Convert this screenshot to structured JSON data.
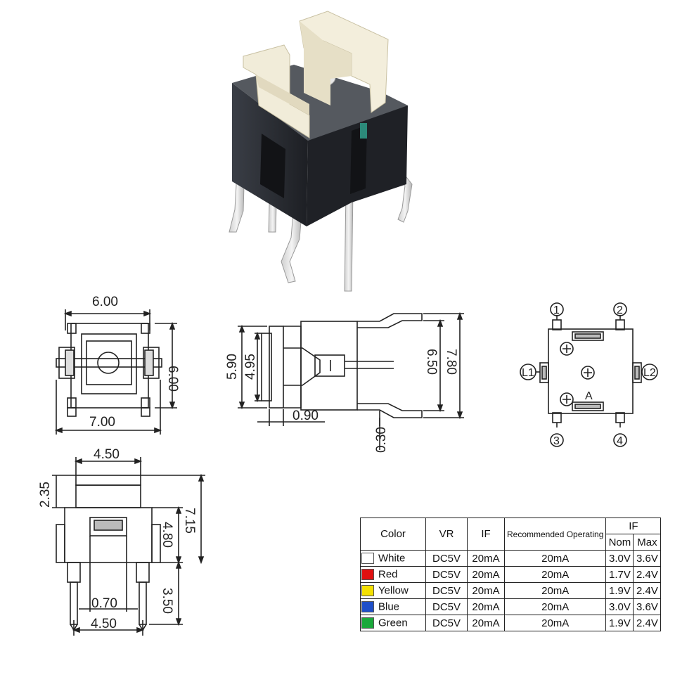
{
  "dimensions": {
    "top_view_width": "6.00",
    "top_view_height": "6.00",
    "top_view_base": "7.00",
    "side_height_outer": "5.90",
    "side_height_inner": "4.95",
    "side_total_width": "6.50",
    "side_total_height": "7.80",
    "side_offset": "0.90",
    "side_thickness": "0.30",
    "front_cap_width": "4.50",
    "front_cap_height": "2.35",
    "front_body_height": "4.80",
    "front_total_height": "7.15",
    "front_pin_width": "0.70",
    "front_pin_spacing": "4.50",
    "front_pin_length": "3.50"
  },
  "pinout": {
    "pins": [
      "1",
      "2",
      "3",
      "4"
    ],
    "led_left": "L1",
    "led_right": "L2",
    "center_label": "A"
  },
  "spec_table": {
    "headers": {
      "color": "Color",
      "vr": "VR",
      "if": "IF",
      "recommended": "Recommended Operating",
      "if_group": "IF",
      "nom": "Nom",
      "max": "Max"
    },
    "rows": [
      {
        "color": "White",
        "swatch": "#ffffff",
        "vr": "DC5V",
        "if": "20mA",
        "rec": "20mA",
        "nom": "3.0V",
        "max": "3.6V"
      },
      {
        "color": "Red",
        "swatch": "#e01010",
        "vr": "DC5V",
        "if": "20mA",
        "rec": "20mA",
        "nom": "1.7V",
        "max": "2.4V"
      },
      {
        "color": "Yellow",
        "swatch": "#f4e000",
        "vr": "DC5V",
        "if": "20mA",
        "rec": "20mA",
        "nom": "1.9V",
        "max": "2.4V"
      },
      {
        "color": "Blue",
        "swatch": "#1f4fc8",
        "vr": "DC5V",
        "if": "20mA",
        "rec": "20mA",
        "nom": "3.0V",
        "max": "3.6V"
      },
      {
        "color": "Green",
        "swatch": "#1aa83a",
        "vr": "DC5V",
        "if": "20mA",
        "rec": "20mA",
        "nom": "1.9V",
        "max": "2.4V"
      }
    ]
  }
}
